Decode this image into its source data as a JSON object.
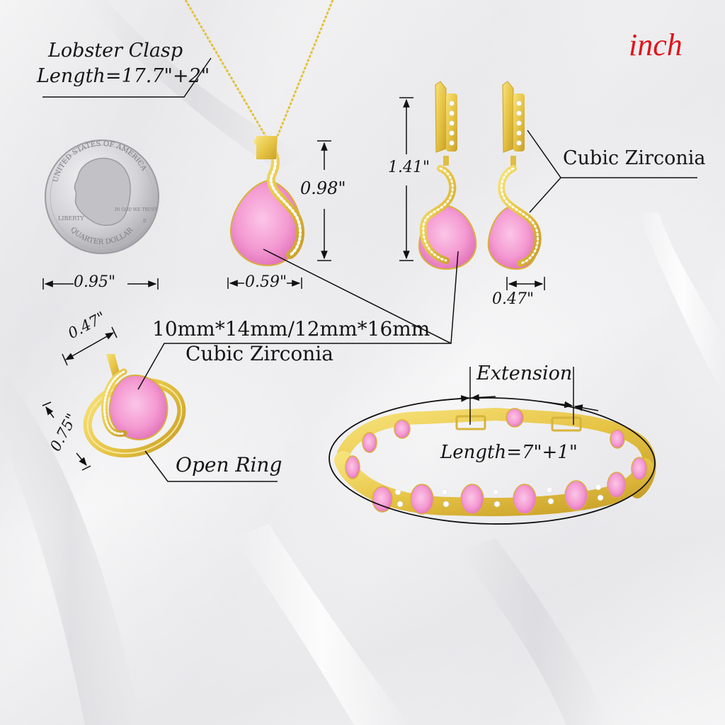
{
  "unit_label": "inch",
  "colors": {
    "unit_red": "#e0141c",
    "gold": "#e8c94a",
    "gold_dark": "#b8941f",
    "pink_stone": "#f7a6d6",
    "pink_stone_dark": "#e67bbf",
    "coin_silver": "#c9c9cc",
    "annotation_line": "#111111"
  },
  "necklace": {
    "clasp_label": "Lobster Clasp",
    "length_label": "Length=17.7\"+2\"",
    "pendant_height": "0.98\"",
    "pendant_width": "0.59\""
  },
  "coin": {
    "name": "Quarter Dollar",
    "inscription_top": "UNITED STATES OF AMERICA",
    "inscription_left": "LIBERTY",
    "inscription_right": "IN GOD WE TRUST",
    "mint_mark": "D",
    "inscription_bottom": "QUARTER DOLLAR",
    "diameter_label": "0.95\""
  },
  "earrings": {
    "height_label": "1.41\"",
    "width_label": "0.47\"",
    "stone_label": "Cubic Zirconia"
  },
  "stone": {
    "size_label": "10mm*14mm/12mm*16mm",
    "material_label": "Cubic Zirconia"
  },
  "ring": {
    "width_label": "0.47\"",
    "height_label": "0.75\"",
    "type_label": "Open Ring"
  },
  "bracelet": {
    "extension_label": "Extension",
    "length_label": "Length=7\"+1\""
  }
}
